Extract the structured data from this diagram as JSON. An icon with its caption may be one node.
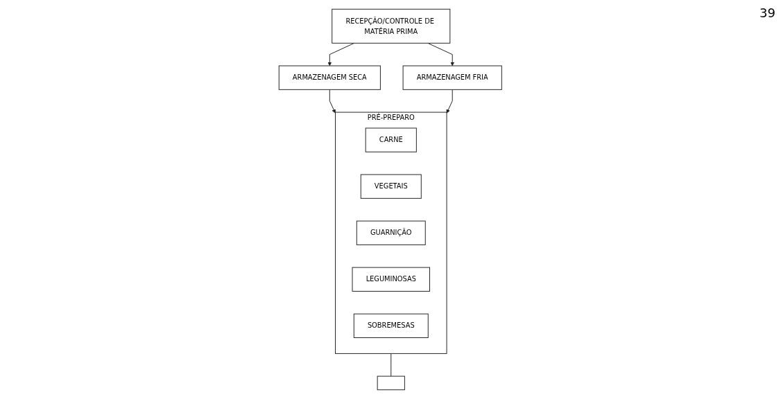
{
  "diagram": {
    "nodes": [
      {
        "text": [
          "RECEPÇÃO/CONTROLE DE MATÉRIA PRIMA"
        ]
      },
      {
        "text": [
          "ARMAZENAGEM SECA"
        ]
      },
      {
        "text": [
          "ARMAZENAGEM FRIA"
        ]
      },
      {
        "text": [
          "PRÉ-PREPARO"
        ]
      },
      {
        "text": [
          "CARNE"
        ],
        "in": 3
      },
      {
        "text": [
          "VEGETAIS"
        ],
        "in": 3
      },
      {
        "text": [
          "GUARNIÇÃO"
        ],
        "in": 3
      },
      {
        "text": [
          "LEGUMINOSAS"
        ],
        "in": 3
      },
      {
        "text": [
          "SOBREMESAS"
        ],
        "in": 3
      },
      {
        "text": [],
        "shape": "box"
      }
    ],
    "edges": [
      {
        "from": 0,
        "to": 1,
        "arrow": "to"
      },
      {
        "from": 0,
        "to": 2,
        "arrow": "to"
      },
      {
        "from": 1,
        "to": 3,
        "arrow": "to"
      },
      {
        "from": 2,
        "to": 3,
        "arrow": "to"
      },
      {
        "from": 3,
        "to": 9,
        "arrow": "none"
      }
    ],
    "labels": [
      "39"
    ]
  }
}
